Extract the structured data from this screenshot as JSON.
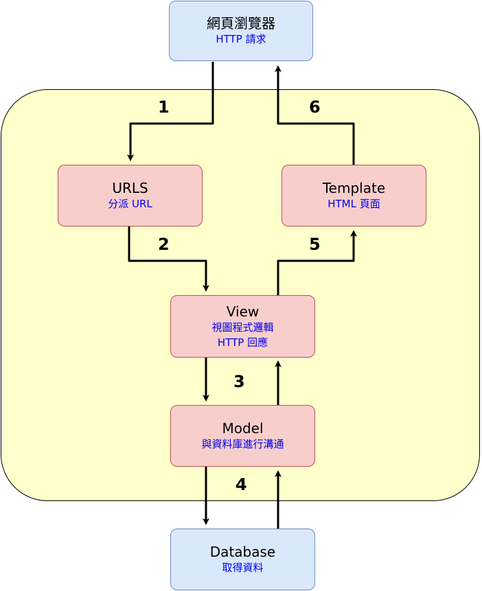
{
  "nodes": {
    "browser": {
      "title": "網頁瀏覽器",
      "sub": "HTTP 請求"
    },
    "urls": {
      "title": "URLS",
      "sub": "分派 URL"
    },
    "template": {
      "title": "Template",
      "sub": "HTML 頁面"
    },
    "view": {
      "title": "View",
      "sub1": "視圖程式邏輯",
      "sub2": "HTTP 回應"
    },
    "model": {
      "title": "Model",
      "sub": "與資料庫進行溝通"
    },
    "database": {
      "title": "Database",
      "sub": "取得資料"
    }
  },
  "steps": [
    "1",
    "2",
    "3",
    "4",
    "5",
    "6"
  ],
  "colors": {
    "region_fill": "#ffffcc",
    "blue_fill": "#dae8fc",
    "blue_stroke": "#6c8ebf",
    "red_fill": "#f8cecc",
    "red_stroke": "#b85450",
    "sub_text": "#0000ee"
  }
}
